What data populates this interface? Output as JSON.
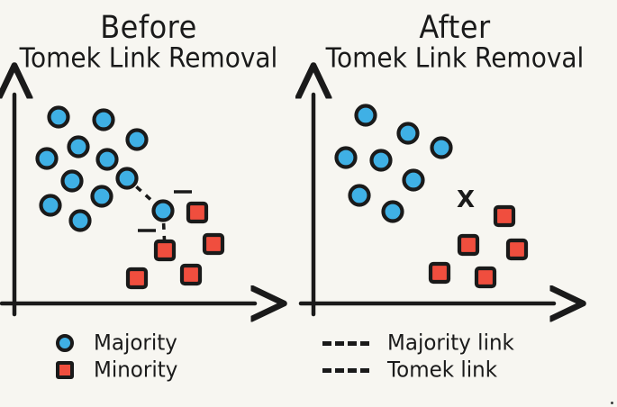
{
  "figure": {
    "background_color": "#f7f6f1",
    "ink_color": "#1a1a1a",
    "majority_color": "#3fb0e5",
    "minority_color": "#f04e3e"
  },
  "panels": {
    "left": {
      "title_line1": "Before",
      "title_line2": "Tomek Link Removal"
    },
    "right": {
      "title_line1": "After",
      "title_line2": "Tomek Link Removal"
    }
  },
  "legend_left": {
    "items": [
      {
        "marker": "circle",
        "label": "Majority"
      },
      {
        "marker": "square",
        "label": "Minority"
      }
    ]
  },
  "legend_right": {
    "items": [
      {
        "marker": "dashed-line",
        "label": "Majority link"
      },
      {
        "marker": "dashed-line",
        "label": "Tomek link"
      }
    ]
  },
  "chart_data": {
    "type": "scatter",
    "title": "Before / After Tomek Link Removal",
    "xlabel": "",
    "ylabel": "",
    "grid": false,
    "legend_position": "bottom",
    "panels": [
      {
        "name": "Before Tomek Link Removal",
        "axes": {
          "origin": [
            16,
            337
          ],
          "x_end": [
            283,
            337
          ],
          "y_top": [
            16,
            105
          ]
        },
        "series": [
          {
            "name": "Majority",
            "marker": "circle",
            "color": "#3fb0e5",
            "points": [
              [
                65,
                130
              ],
              [
                115,
                133
              ],
              [
                152,
                155
              ],
              [
                87,
                163
              ],
              [
                52,
                176
              ],
              [
                119,
                177
              ],
              [
                141,
                198
              ],
              [
                80,
                201
              ],
              [
                113,
                218
              ],
              [
                56,
                228
              ],
              [
                89,
                245
              ],
              [
                181,
                234
              ]
            ]
          },
          {
            "name": "Minority",
            "marker": "square",
            "color": "#f04e3e",
            "points": [
              [
                219,
                236
              ],
              [
                237,
                271
              ],
              [
                183,
                278
              ],
              [
                152,
                309
              ],
              [
                212,
                305
              ]
            ]
          }
        ],
        "annotations": [
          {
            "type": "dashed-link",
            "label": "Majority link",
            "from": [
              141,
              198
            ],
            "to": [
              181,
              234
            ]
          },
          {
            "type": "dashed-link",
            "label": "Tomek link",
            "from": [
              181,
              234
            ],
            "to": [
              183,
              278
            ]
          },
          {
            "type": "dash-tick",
            "at": [
              203,
              213
            ]
          },
          {
            "type": "dash-tick",
            "at": [
              163,
              256
            ]
          }
        ]
      },
      {
        "name": "After Tomek Link Removal",
        "axes": {
          "origin": [
            348,
            337
          ],
          "x_end": [
            615,
            337
          ],
          "y_top": [
            348,
            105
          ]
        },
        "series": [
          {
            "name": "Majority",
            "marker": "circle",
            "color": "#3fb0e5",
            "points": [
              [
                406,
                128
              ],
              [
                453,
                148
              ],
              [
                490,
                164
              ],
              [
                384,
                175
              ],
              [
                423,
                178
              ],
              [
                459,
                200
              ],
              [
                399,
                217
              ],
              [
                436,
                235
              ]
            ]
          },
          {
            "name": "Minority",
            "marker": "square",
            "color": "#f04e3e",
            "points": [
              [
                560,
                240
              ],
              [
                520,
                272
              ],
              [
                574,
                277
              ],
              [
                488,
                303
              ],
              [
                539,
                308
              ]
            ]
          }
        ],
        "annotations": [
          {
            "type": "removed-mark",
            "symbol": "X",
            "at": [
              517,
              221
            ]
          }
        ]
      }
    ]
  }
}
